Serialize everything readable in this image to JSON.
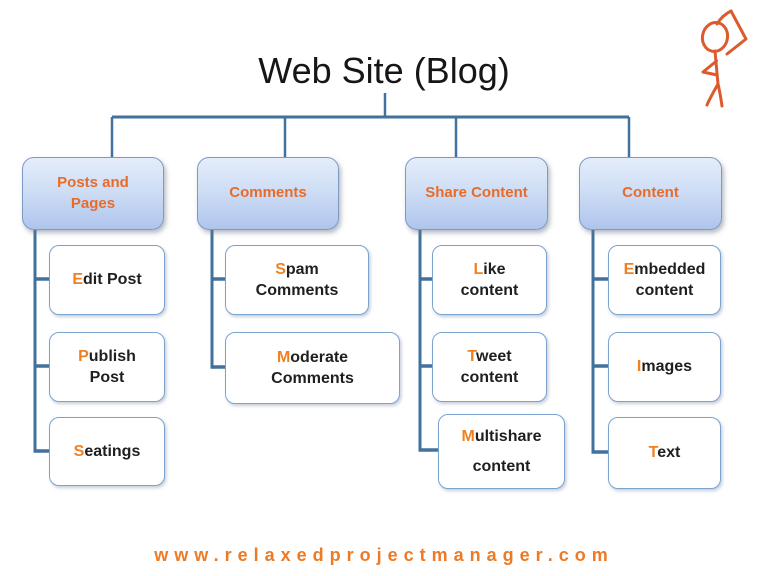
{
  "title": "Web Site (Blog)",
  "footer": {
    "url": "www.relaxedprojectmanager.com"
  },
  "logo": {
    "icon": "relaxed-stickman-logo"
  },
  "colors": {
    "accent_orange": "#e86c28",
    "lead_letter_orange": "#f08122",
    "footer_orange": "#ee7a25",
    "connector_blue": "#41719c",
    "category_fill_top": "#e4edfa",
    "category_fill_bottom": "#aec5ec",
    "category_border": "#7d99c4",
    "node_border": "#7ba3d0",
    "text_dark": "#1f1f1f",
    "logo_stroke": "#dd5a2d"
  },
  "tree": {
    "root_label": "Web Site (Blog)",
    "columns": [
      {
        "label": "Posts and\nPages",
        "children": [
          {
            "lead": "E",
            "rest": "dit Post"
          },
          {
            "lead": "P",
            "rest": "ublish\nPost"
          },
          {
            "lead": "S",
            "rest": "eatings"
          }
        ]
      },
      {
        "label": "Comments",
        "children": [
          {
            "lead": "S",
            "rest": "pam\nComments"
          },
          {
            "lead": "M",
            "rest": "oderate\nComments"
          }
        ]
      },
      {
        "label": "Share Content",
        "children": [
          {
            "lead": "L",
            "rest": "ike\ncontent"
          },
          {
            "lead": "T",
            "rest": "weet\ncontent"
          },
          {
            "lead": "M",
            "rest": "ultishare\ncontent"
          }
        ]
      },
      {
        "label": "Content",
        "children": [
          {
            "lead": "E",
            "rest": "mbedded\ncontent"
          },
          {
            "lead": "I",
            "rest": "mages"
          },
          {
            "lead": "T",
            "rest": "ext"
          }
        ]
      }
    ]
  }
}
